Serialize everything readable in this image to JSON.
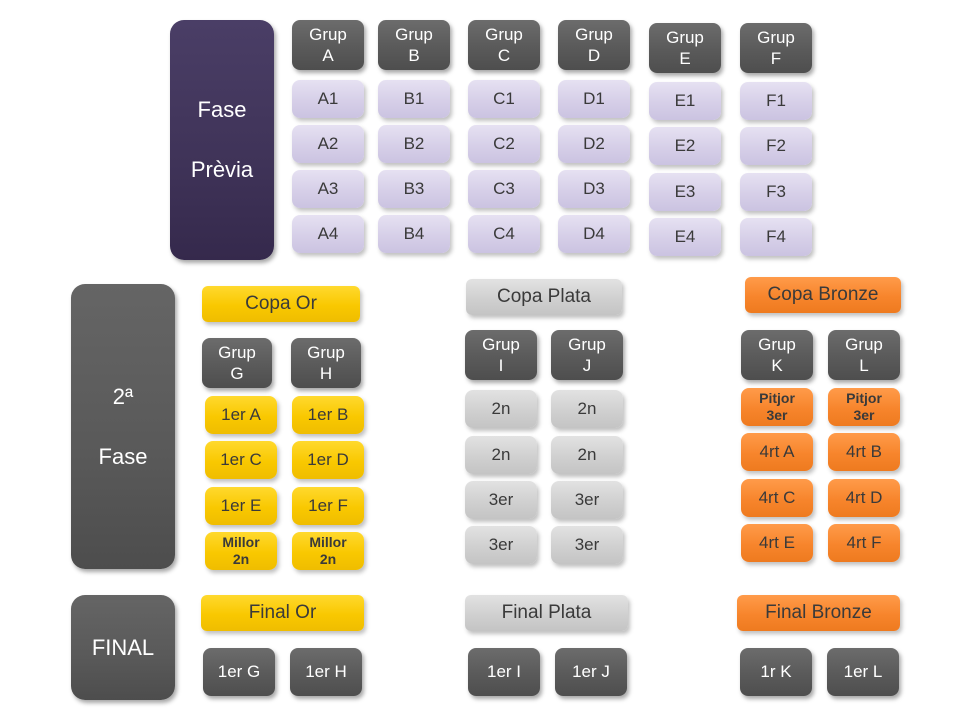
{
  "phase1": {
    "label_line1": "Fase",
    "label_line2": "Prèvia",
    "groups": [
      {
        "title_line1": "Grup",
        "title_line2": "A",
        "teams": [
          "A1",
          "A2",
          "A3",
          "A4"
        ]
      },
      {
        "title_line1": "Grup",
        "title_line2": "B",
        "teams": [
          "B1",
          "B2",
          "B3",
          "B4"
        ]
      },
      {
        "title_line1": "Grup",
        "title_line2": "C",
        "teams": [
          "C1",
          "C2",
          "C3",
          "C4"
        ]
      },
      {
        "title_line1": "Grup",
        "title_line2": "D",
        "teams": [
          "D1",
          "D2",
          "D3",
          "D4"
        ]
      },
      {
        "title_line1": "Grup",
        "title_line2": "E",
        "teams": [
          "E1",
          "E2",
          "E3",
          "E4"
        ]
      },
      {
        "title_line1": "Grup",
        "title_line2": "F",
        "teams": [
          "F1",
          "F2",
          "F3",
          "F4"
        ]
      }
    ]
  },
  "phase2": {
    "label_line1": "2ª",
    "label_line2": "Fase",
    "gold": {
      "title": "Copa Or",
      "groups": [
        {
          "title_line1": "Grup",
          "title_line2": "G",
          "entries": [
            {
              "line1": "1er A"
            },
            {
              "line1": "1er C"
            },
            {
              "line1": "1er E"
            },
            {
              "line1": "Millor",
              "line2": "2n"
            }
          ]
        },
        {
          "title_line1": "Grup",
          "title_line2": "H",
          "entries": [
            {
              "line1": "1er B"
            },
            {
              "line1": "1er D"
            },
            {
              "line1": "1er F"
            },
            {
              "line1": "Millor",
              "line2": "2n"
            }
          ]
        }
      ]
    },
    "silver": {
      "title": "Copa Plata",
      "groups": [
        {
          "title_line1": "Grup",
          "title_line2": "I",
          "entries": [
            "2n",
            "2n",
            "3er",
            "3er"
          ]
        },
        {
          "title_line1": "Grup",
          "title_line2": "J",
          "entries": [
            "2n",
            "2n",
            "3er",
            "3er"
          ]
        }
      ]
    },
    "bronze": {
      "title": "Copa Bronze",
      "groups": [
        {
          "title_line1": "Grup",
          "title_line2": "K",
          "entries": [
            {
              "line1": "Pitjor",
              "line2": "3er"
            },
            {
              "line1": "4rt A"
            },
            {
              "line1": "4rt C"
            },
            {
              "line1": "4rt E"
            }
          ]
        },
        {
          "title_line1": "Grup",
          "title_line2": "L",
          "entries": [
            {
              "line1": "Pitjor",
              "line2": "3er"
            },
            {
              "line1": "4rt B"
            },
            {
              "line1": "4rt D"
            },
            {
              "line1": "4rt F"
            }
          ]
        }
      ]
    }
  },
  "final": {
    "label": "FINAL",
    "gold": {
      "title": "Final Or",
      "teams": [
        "1er G",
        "1er H"
      ]
    },
    "silver": {
      "title": "Final Plata",
      "teams": [
        "1er I",
        "1er J"
      ]
    },
    "bronze": {
      "title": "Final Bronze",
      "teams": [
        "1r K",
        "1er L"
      ]
    }
  },
  "colors": {
    "phase_prev": "#3f3358",
    "dark_gray": "#595959",
    "lavender": "#d6cfe8",
    "gold": "#f9c800",
    "silver": "#d0d0d0",
    "bronze": "#f7852c"
  }
}
